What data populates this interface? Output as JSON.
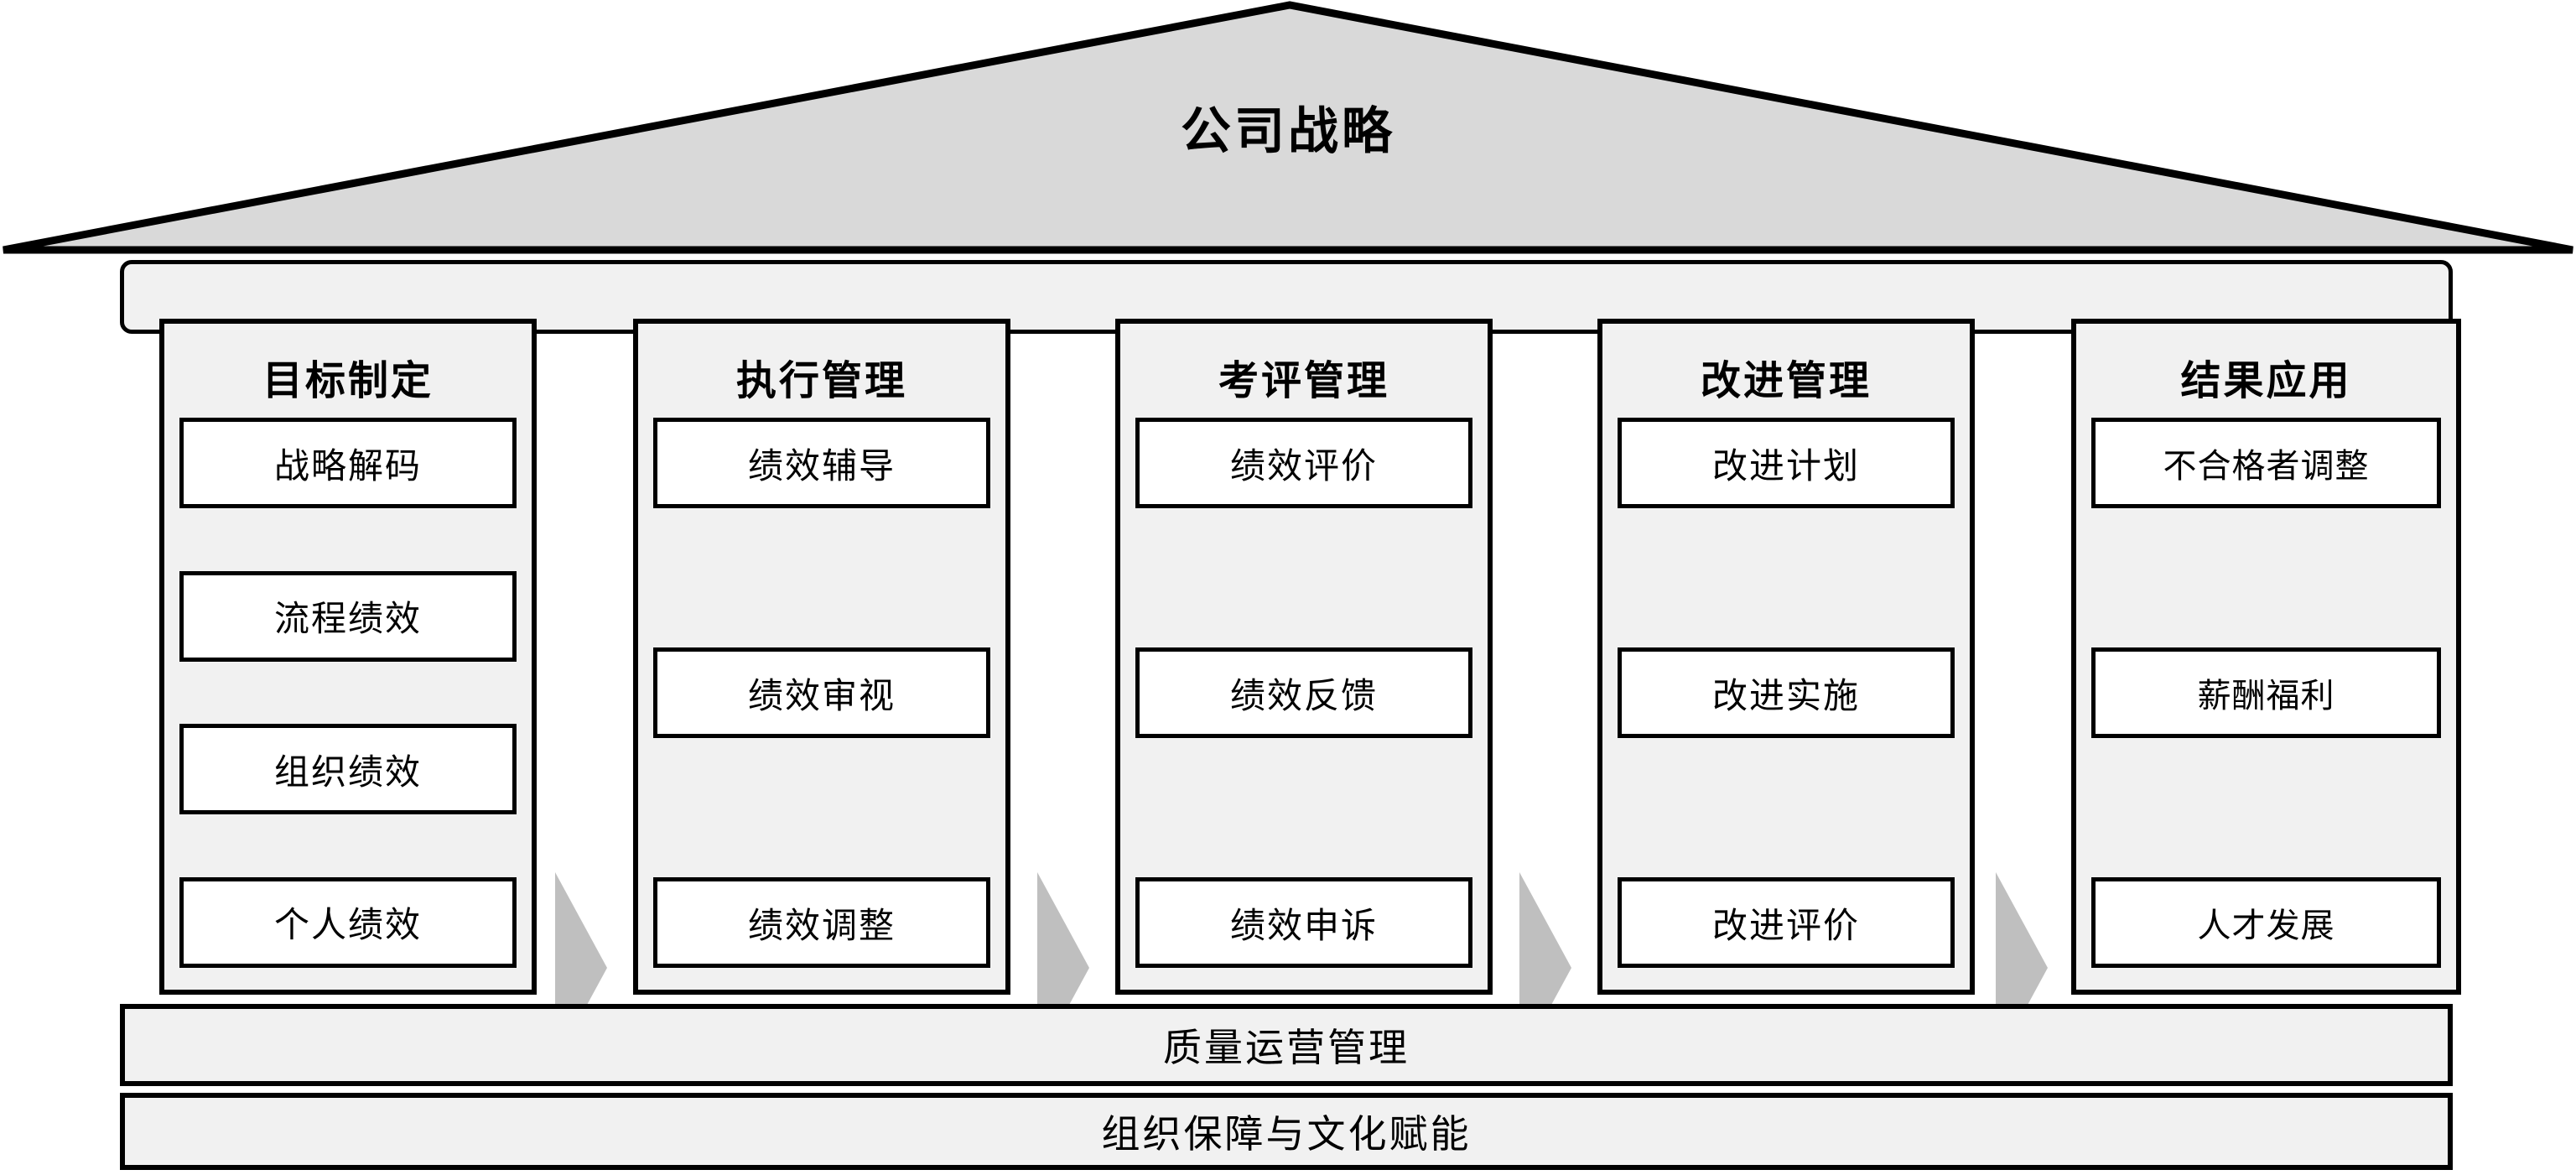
{
  "diagram": {
    "title": "公司战略",
    "top_rail_label": "",
    "colors": {
      "roof_fill": "#d9d9d9",
      "pillar_fill": "#f1f1f1",
      "sub_box_fill": "#ffffff",
      "arrow_fill": "#bfbfbf",
      "outline": "#000000"
    },
    "pillars": [
      {
        "title": "目标制定",
        "items": [
          "战略解码",
          "流程绩效",
          "组织绩效",
          "个人绩效"
        ]
      },
      {
        "title": "执行管理",
        "items": [
          "绩效辅导",
          "绩效审视",
          "绩效调整"
        ]
      },
      {
        "title": "考评管理",
        "items": [
          "绩效评价",
          "绩效反馈",
          "绩效申诉"
        ]
      },
      {
        "title": "改进管理",
        "items": [
          "改进计划",
          "改进实施",
          "改进评价"
        ]
      },
      {
        "title": "结果应用",
        "items": [
          "不合格者调整",
          "薪酬福利",
          "人才发展"
        ]
      }
    ],
    "arrows": [
      {
        "name": "arrow-1",
        "direction": "right"
      },
      {
        "name": "arrow-2",
        "direction": "right"
      },
      {
        "name": "arrow-3",
        "direction": "right"
      },
      {
        "name": "arrow-4",
        "direction": "right"
      }
    ],
    "foundations": [
      "质量运营管理",
      "组织保障与文化赋能"
    ]
  }
}
